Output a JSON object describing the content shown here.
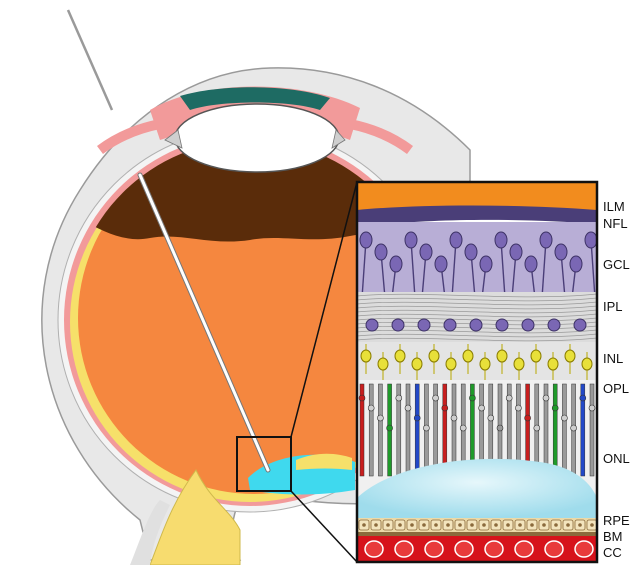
{
  "retina_layers": {
    "ilm": "ILM",
    "nfl": "NFL",
    "gcl": "GCL",
    "ipl": "IPL",
    "inl": "INL",
    "opl": "OPL",
    "onl": "ONL",
    "rpe": "RPE",
    "bm": "BM",
    "cc": "CC"
  },
  "colors": {
    "vitreous": "#f5873f",
    "hemorrhage": "#5a2c0a",
    "sclera": "#e6e6e6",
    "choroid_pink": "#f29a9a",
    "cornea_teal": "#1e6b63",
    "optic_nerve": "#f7dc6f",
    "fluid_cyan": "#3fd9ee",
    "ilm_orange": "#f28c1e",
    "ganglion_purple": "#6b57a3",
    "bipolar_yellow": "#e8e03a",
    "rpe_tan": "#ecd9a8",
    "capillary_red": "#d6121b"
  },
  "icons": [
    "instrument-needle",
    "zoom-box",
    "retina-inset"
  ]
}
